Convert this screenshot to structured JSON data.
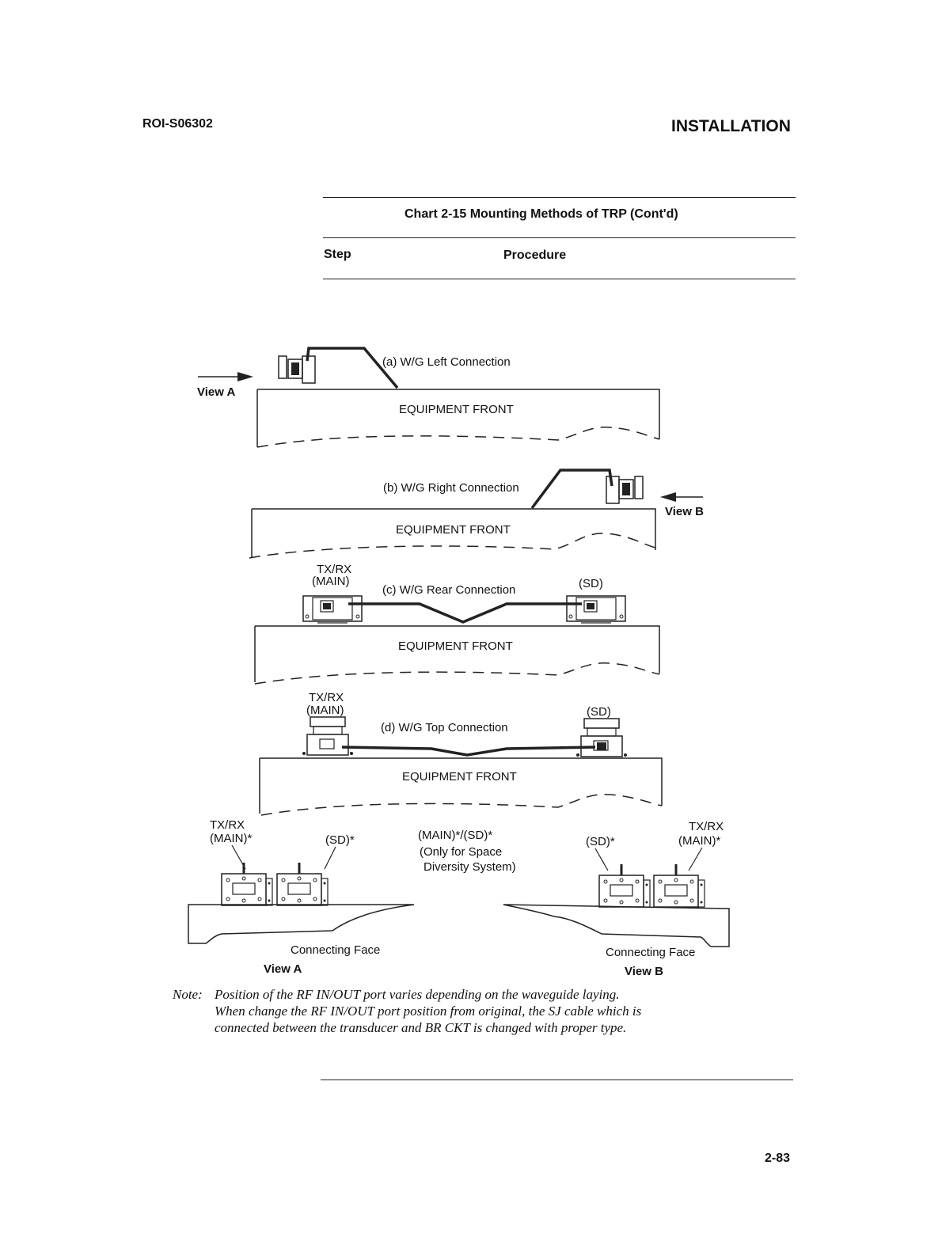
{
  "header": {
    "doc_id": "ROI-S06302",
    "section": "INSTALLATION"
  },
  "chart": {
    "title": "Chart 2-15 Mounting Methods of TRP (Cont'd)",
    "col_step": "Step",
    "col_procedure": "Procedure"
  },
  "figure": {
    "equipment_front": "EQUIPMENT FRONT",
    "view_a": "View A",
    "view_b": "View B",
    "a": {
      "label": "(a)  W/G Left Connection"
    },
    "b": {
      "label": "(b)  W/G Right Connection"
    },
    "c": {
      "label": "(c)  W/G Rear Connection",
      "txrx_1": "TX/RX",
      "txrx_2": "(MAIN)",
      "sd": "(SD)"
    },
    "d": {
      "label": "(d)  W/G Top Connection",
      "txrx_1": "TX/RX",
      "txrx_2": "(MAIN)",
      "sd": "(SD)"
    },
    "e": {
      "left_txrx_1": "TX/RX",
      "left_txrx_2": "(MAIN)*",
      "left_sd": "(SD)*",
      "center_1": "(MAIN)*/(SD)*",
      "center_2": "(Only for Space",
      "center_3": "Diversity System)",
      "right_sd": "(SD)*",
      "right_txrx_1": "TX/RX",
      "right_txrx_2": "(MAIN)*",
      "connecting_face": "Connecting Face"
    }
  },
  "note": {
    "label": "Note:",
    "line1": "Position of the RF IN/OUT port varies depending on the waveguide laying.",
    "line2": "When change the RF IN/OUT port position from original, the SJ cable which is",
    "line3": "connected between the transducer and BR CKT is changed with proper type."
  },
  "page_number": "2-83"
}
